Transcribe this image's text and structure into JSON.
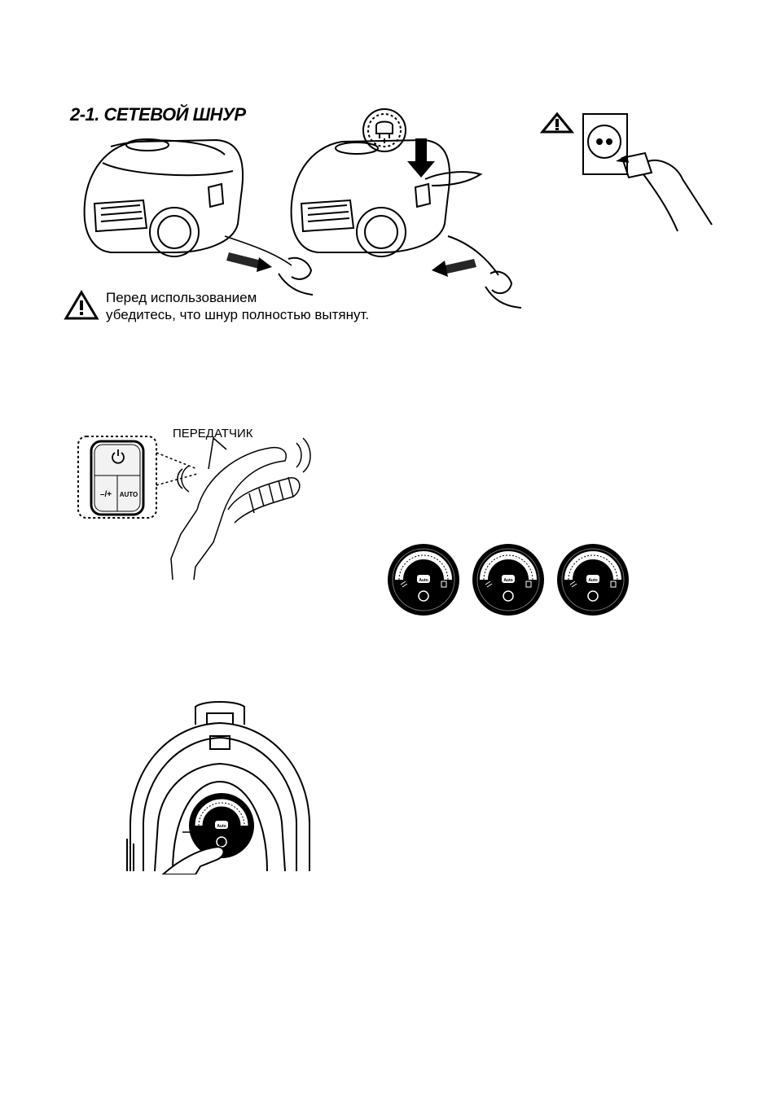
{
  "section": {
    "title": "2-1. СЕТЕВОЙ ШНУР"
  },
  "cord_warning": {
    "line1": "Перед использованием",
    "line2": "убедитесь, что шнур полностью вытянут."
  },
  "handle": {
    "label": "ПЕРЕДАТЧИК",
    "auto_button": "AUTO",
    "minus_plus_button": "–/+"
  },
  "display": {
    "auto_label": "Auto",
    "icons": [
      "power-icon",
      "plug-icon",
      "warning-icon",
      "wifi-icon",
      "dust-icon"
    ]
  }
}
